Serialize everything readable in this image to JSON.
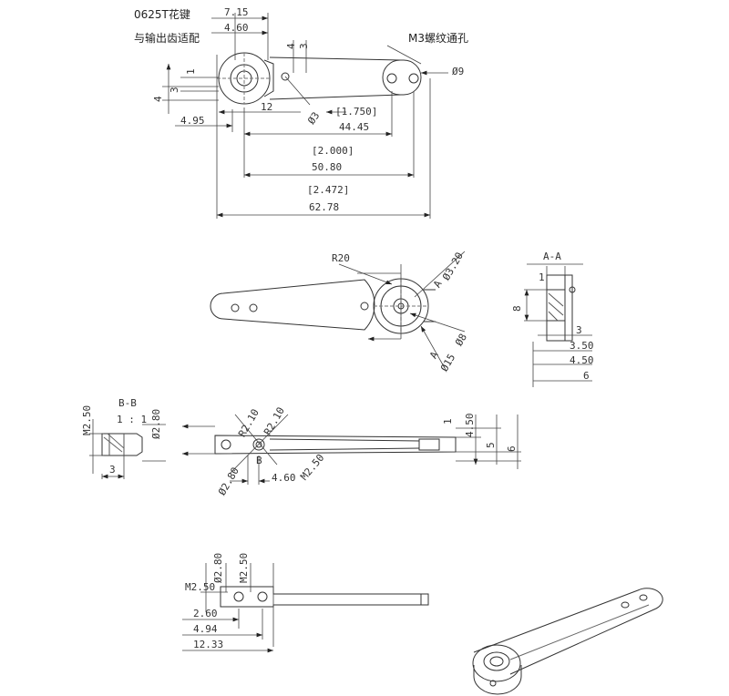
{
  "notes": {
    "spline": "0625T花键",
    "fit": "与输出齿适配",
    "thread": "M3螺纹通孔"
  },
  "top_view": {
    "d_7_15": "7.15",
    "d_4_60": "4.60",
    "d_4a": "4",
    "d_3a": "3",
    "d_1": "1",
    "d_3b": "3",
    "d_4b": "4",
    "d_12": "12",
    "d_phi3": "Ø3",
    "d_phi9": "Ø9",
    "d_4_95": "4.95",
    "d_in_1750": "[1.750]",
    "d_44_45": "44.45",
    "d_in_2000": "[2.000]",
    "d_50_80": "50.80",
    "d_in_2472": "[2.472]",
    "d_62_78": "62.78"
  },
  "front_view": {
    "r20": "R20",
    "sec_a1": "A",
    "phi_3_20": "Ø3.20",
    "phi_8": "Ø8",
    "sec_a2": "A",
    "phi_15": "Ø15"
  },
  "section_aa": {
    "title": "A-A",
    "d_1": "1",
    "d_8": "8",
    "d_3": "3",
    "d_3_50": "3.50",
    "d_4_50": "4.50",
    "d_6": "6"
  },
  "section_bb": {
    "title": "B-B",
    "scale": "1 : 1",
    "m2_50": "M2.50",
    "phi_2_80": "Ø2.80",
    "d_3": "3"
  },
  "side_view": {
    "r2_10a": "R2.10",
    "r2_10b": "R2.10",
    "phi_2_80": "Ø2.80",
    "d_4_60": "4.60",
    "m2_50": "M2.50",
    "sec_b": "B",
    "d_1": "1",
    "d_4_50": "4.50",
    "d_5": "5",
    "d_6": "6"
  },
  "bottom_view": {
    "phi_2_80": "Ø2.80",
    "m2_50_v": "M2.50",
    "m2_50_h": "M2.50",
    "d_2_60": "2.60",
    "d_4_94": "4.94",
    "d_12_33": "12.33"
  }
}
